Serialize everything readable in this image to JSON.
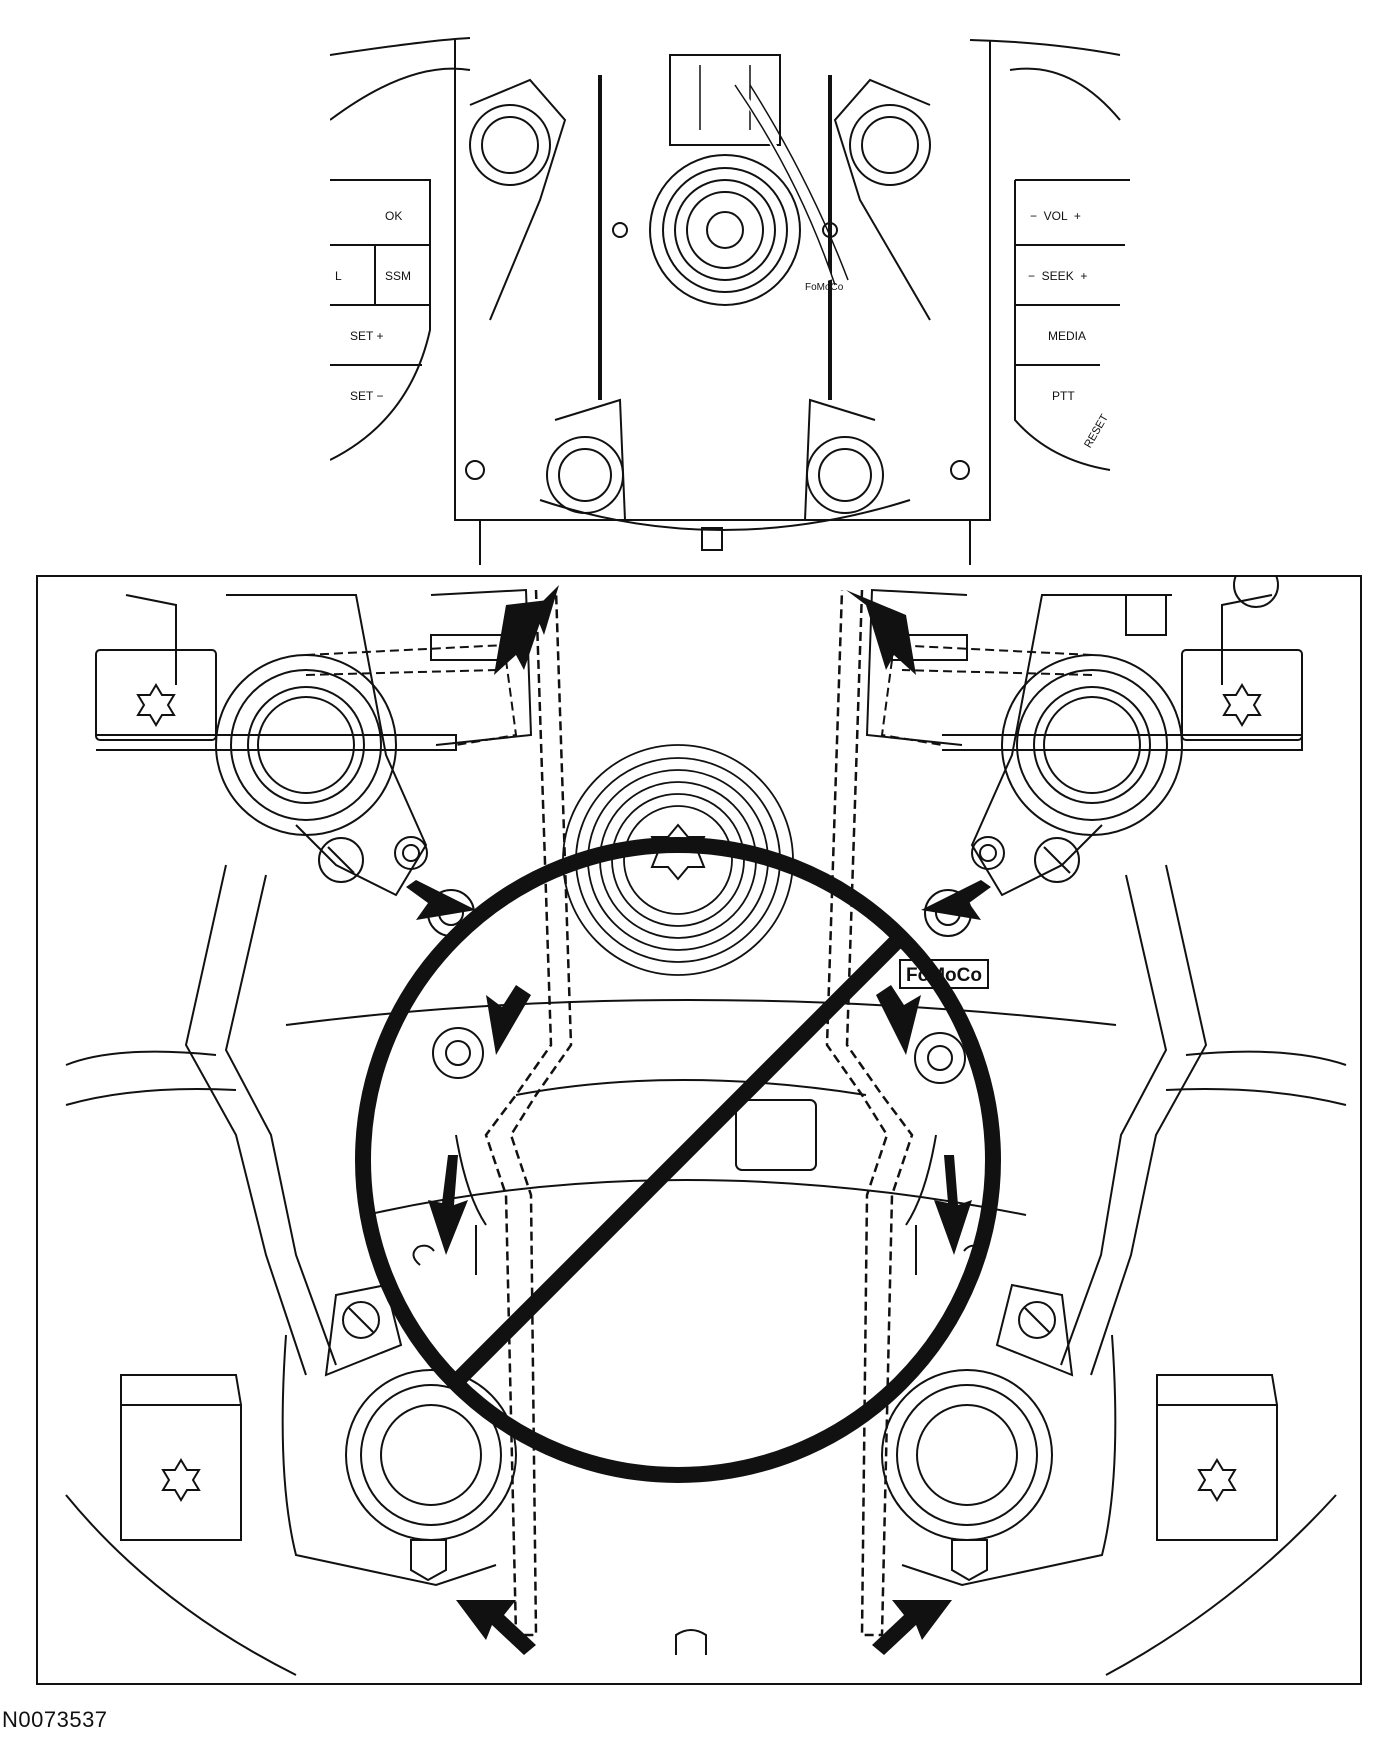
{
  "figure_id": "N0073537",
  "overview": {
    "left_buttons": [
      "OK",
      "L",
      "SSM",
      "SET +",
      "SET −"
    ],
    "right_buttons": [
      "−  VOL  +",
      "−  SEEK  +",
      "MEDIA",
      "PTT",
      "RESET"
    ],
    "logo": "FoMoCo"
  },
  "detail": {
    "logo": "FoMoCo",
    "prohibition_symbol": "circle-slash"
  },
  "colors": {
    "line": "#111111",
    "background": "#ffffff"
  }
}
